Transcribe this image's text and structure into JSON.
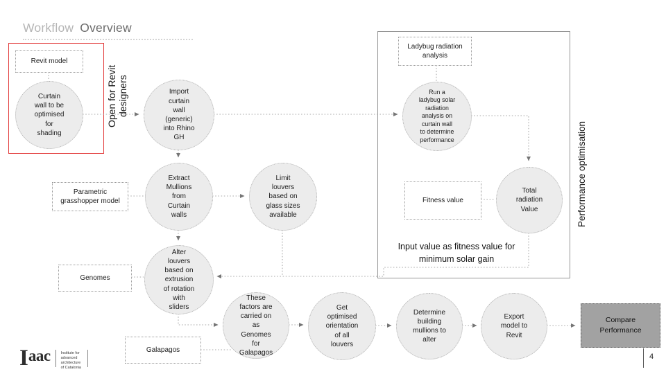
{
  "title": {
    "muted": "Workflow",
    "main": "Overview"
  },
  "side_labels": {
    "left": "Open for Revit designers",
    "right": "Performance optimisation"
  },
  "nodes": {
    "revit_model": "Revit model",
    "curtain_wall": "Curtain\nwall to be\noptimised\nfor\nshading",
    "import_curtain": "Import\ncurtain\nwall\n(generic)\ninto Rhino\nGH",
    "extract_mullions": "Extract\nMullions\nfrom\nCurtain\nwalls",
    "parametric_model": "Parametric\ngrasshopper model",
    "limit_louvers": "Limit\nlouvers\nbased on\nglass sizes\navailable",
    "alter_louvers": "Alter\nlouvers\nbased on\nextrusion\nof rotation\nwith\nsliders",
    "genomes": "Genomes",
    "galapagos": "Galapagos",
    "these_factors": "These\nfactors are\ncarried on\nas\nGenomes\nfor\nGalapagos",
    "get_optimised": "Get\noptimised\norientation\nof all\nlouvers",
    "determine_mullions": "Determine\nbuilding\nmullions to\nalter",
    "export_model": "Export\nmodel to\nRevit",
    "compare_performance": "Compare\nPerformance",
    "ladybug_analysis": "Ladybug radiation\nanalysis",
    "run_ladybug": "Run a\nladybug solar\nradiation\nanalysis on\ncurtain wall\nto determine\nperformance",
    "fitness_value": "Fitness value",
    "total_radiation": "Total\nradiation\nValue"
  },
  "annotations": {
    "fitness_note": "Input value as fitness value for\nminimum solar gain"
  },
  "footer": {
    "logo_initial": "I",
    "logo_rest": "aac",
    "logo_org": "Institute for\nadvanced\narchitecture\nof Catalonia",
    "page_number": "4"
  },
  "colors": {
    "accent_red": "#e23a3a",
    "node_fill": "#ececec",
    "compare_fill": "#a2a2a2",
    "connector": "#a8a8a8",
    "group_border": "#949494"
  }
}
